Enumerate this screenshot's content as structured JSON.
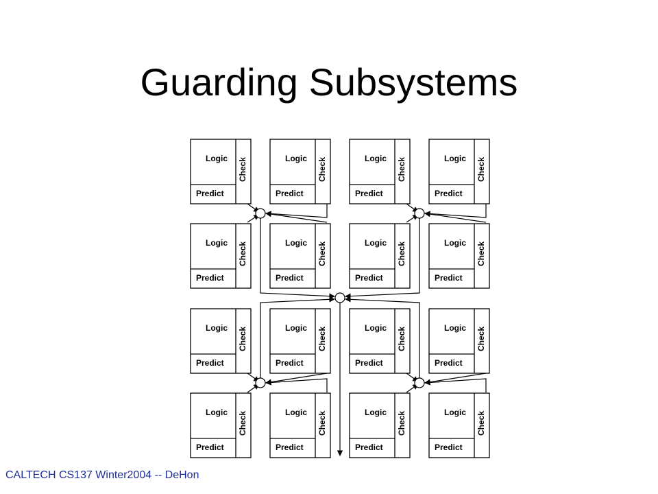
{
  "title": "Guarding Subsystems",
  "footer": "CALTECH CS137 Winter2004 -- DeHon",
  "cell": {
    "logic": "Logic",
    "check": "Check",
    "predict": "Predict"
  },
  "grid": {
    "rows": 4,
    "cols": 4
  },
  "colors": {
    "footer": "#1e2d96",
    "line": "#000000"
  }
}
